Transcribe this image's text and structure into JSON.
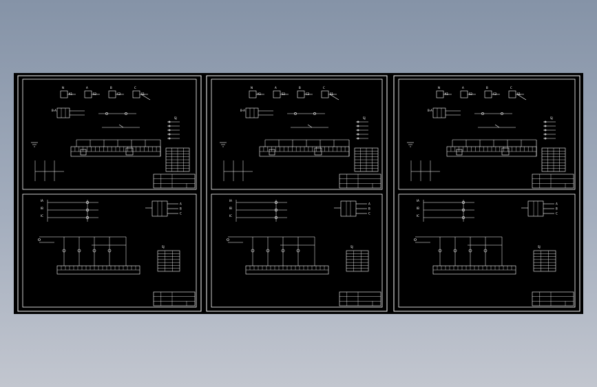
{
  "drawing": {
    "colors": {
      "background": "#000000",
      "lines": "#ffffff",
      "frame_outer": "#8593a7"
    },
    "sheets": [
      {
        "id": "sheet-1",
        "top_panel": {
          "tag_labels": [
            "N",
            "A",
            "B",
            "C"
          ],
          "relay_labels": [
            "K1",
            "S2",
            "C2",
            "S1"
          ],
          "side_code": "B-A",
          "table_caption": "SJ"
        },
        "bottom_panel": {
          "bus_labels": [
            "IA",
            "IB",
            "IC"
          ],
          "phase_labels": [
            "A",
            "B",
            "C"
          ],
          "table_caption": "SJ"
        }
      },
      {
        "id": "sheet-2",
        "top_panel": {
          "tag_labels": [
            "N",
            "A",
            "B",
            "C"
          ],
          "relay_labels": [
            "K1",
            "S2",
            "C2",
            "S1"
          ],
          "side_code": "B-A",
          "table_caption": "SJ"
        },
        "bottom_panel": {
          "bus_labels": [
            "IA",
            "IB",
            "IC"
          ],
          "phase_labels": [
            "A",
            "B",
            "C"
          ],
          "table_caption": "SJ"
        }
      },
      {
        "id": "sheet-3",
        "top_panel": {
          "tag_labels": [
            "N",
            "A",
            "B",
            "C"
          ],
          "relay_labels": [
            "K1",
            "S2",
            "C2",
            "S1"
          ],
          "side_code": "B-A",
          "table_caption": "SJ"
        },
        "bottom_panel": {
          "bus_labels": [
            "IA",
            "IB",
            "IC"
          ],
          "phase_labels": [
            "A",
            "B",
            "C"
          ],
          "table_caption": "SJ"
        }
      }
    ]
  }
}
